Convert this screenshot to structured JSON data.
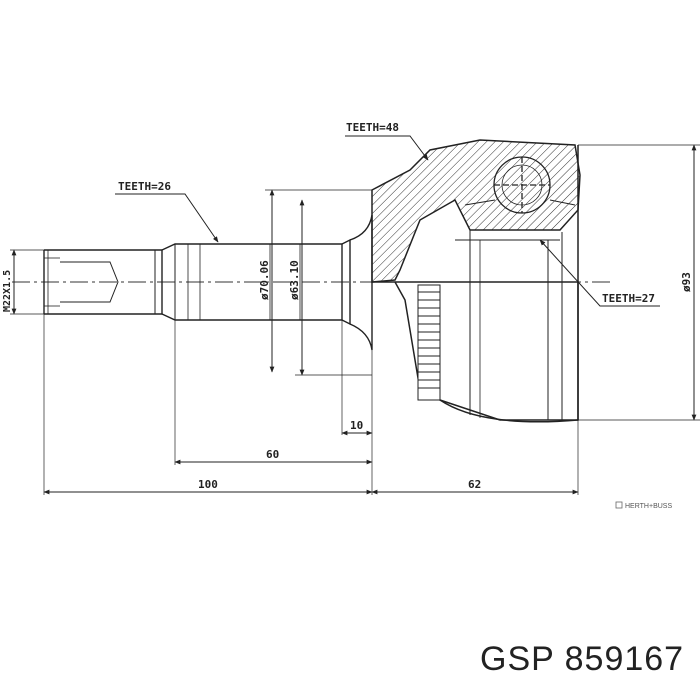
{
  "drawing": {
    "labels": {
      "teeth_outer": "TEETH=48",
      "teeth_shaft": "TEETH=26",
      "teeth_inner": "TEETH=27",
      "thread": "M22X1.5",
      "dia_70": "ø70.06",
      "dia_63": "ø63.10",
      "dia_93": "ø93",
      "dim_10": "10",
      "dim_60": "60",
      "dim_100": "100",
      "dim_62": "62"
    },
    "brand_mark": "HERTH+BUSS"
  },
  "caption": {
    "brand": "GSP",
    "part_number": "859167"
  }
}
